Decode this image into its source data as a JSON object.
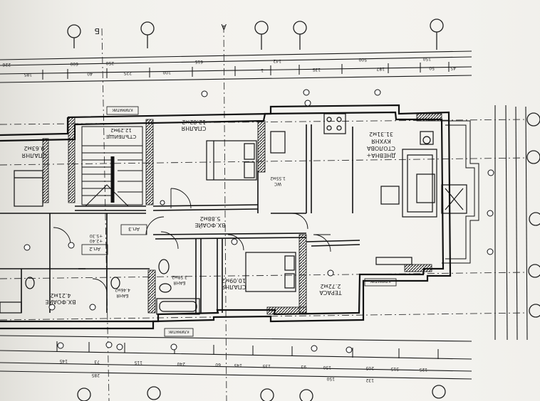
{
  "plan": {
    "axis_top": [
      "Б",
      "А"
    ],
    "rooms": [
      {
        "id": "bedroom1",
        "name": "СПАЛНЯ",
        "area": "12.82м2"
      },
      {
        "id": "bedroom2",
        "name": "СПАЛНЯ",
        "area": "10.09м2"
      },
      {
        "id": "bedroom3",
        "name": "СПАЛНЯ",
        "area": "9.63м2"
      },
      {
        "id": "living",
        "name": "ДНЕВНА+",
        "name2": "СТОЛОВА",
        "name3": "КУХНЯ",
        "area": "31.31м2"
      },
      {
        "id": "foyer",
        "name": "ВХ.ФОАЙЕ",
        "area": "5.88м2"
      },
      {
        "id": "foyer2",
        "name": "ВХ.ФОАЙЕ",
        "area": "4.21м2"
      },
      {
        "id": "terrace",
        "name": "ТЕРАСА",
        "area": "2.72м2"
      },
      {
        "id": "stair",
        "name": "СТЪЛБИЩЕ",
        "area": "12.29м2"
      },
      {
        "id": "bath1",
        "name": "БАНЯ",
        "area": "3.58м2"
      },
      {
        "id": "bath2",
        "name": "БАНЯ",
        "area": "4.46м2"
      },
      {
        "id": "wc",
        "name": "WC",
        "area": "1.55м2"
      }
    ],
    "labels": {
      "klimatik1": "КЛИМАТИК",
      "klimatik2": "КЛИМАТИК",
      "klimatik3": "КЛИМАТИК",
      "ap3": "Ап.3",
      "ap2": "Ап.2",
      "level1": "+2.40",
      "level2": "+5.30"
    },
    "dims_top": [
      "226",
      "600",
      "250",
      "615",
      "142",
      "500",
      "150",
      "185",
      "40",
      "225",
      "100",
      "1",
      "135",
      "187",
      "50",
      "45"
    ],
    "dims_bottom": [
      "145",
      "73",
      "115",
      "240",
      "60",
      "145",
      "135",
      "93",
      "150",
      "205",
      "515",
      "125",
      "285",
      "150",
      "132"
    ]
  }
}
